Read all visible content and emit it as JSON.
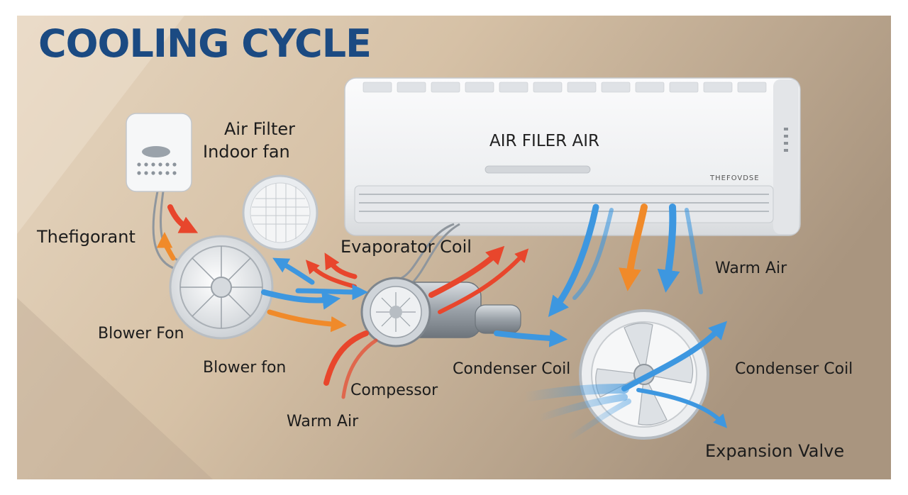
{
  "title": "COOLING CYCLE",
  "unit": {
    "front_label": "AIR FILER AIR",
    "brand": "THEFOVDSE"
  },
  "labels": {
    "air_filter": "Air Filter",
    "indoor_fan": "Indoor fan",
    "thefigorant": "Thefigorant",
    "evaporator_coil": "Evaporator Coil",
    "warm_air_right": "Warm Air",
    "blower_fon_upper": "Blower Fon",
    "blower_fon_lower": "Blower fon",
    "condenser_coil_center": "Condenser Coil",
    "condenser_coil_right": "Condenser Coil",
    "compessor": "Compessor",
    "warm_air_bottom": "Warm Air",
    "expansion_valve": "Expansion Valve"
  },
  "colors": {
    "title": "#1b4a82",
    "wall": "#d6c2a8",
    "hot_arrow": "#e8462c",
    "warm_arrow": "#f08a2a",
    "cold_arrow": "#3d97e0",
    "unit_body": "#f2f3f4"
  },
  "icons": [
    "thermostat-icon",
    "air-filter-icon",
    "blower-fan-icon",
    "compressor-icon",
    "condenser-fan-icon",
    "ac-indoor-unit-icon"
  ]
}
